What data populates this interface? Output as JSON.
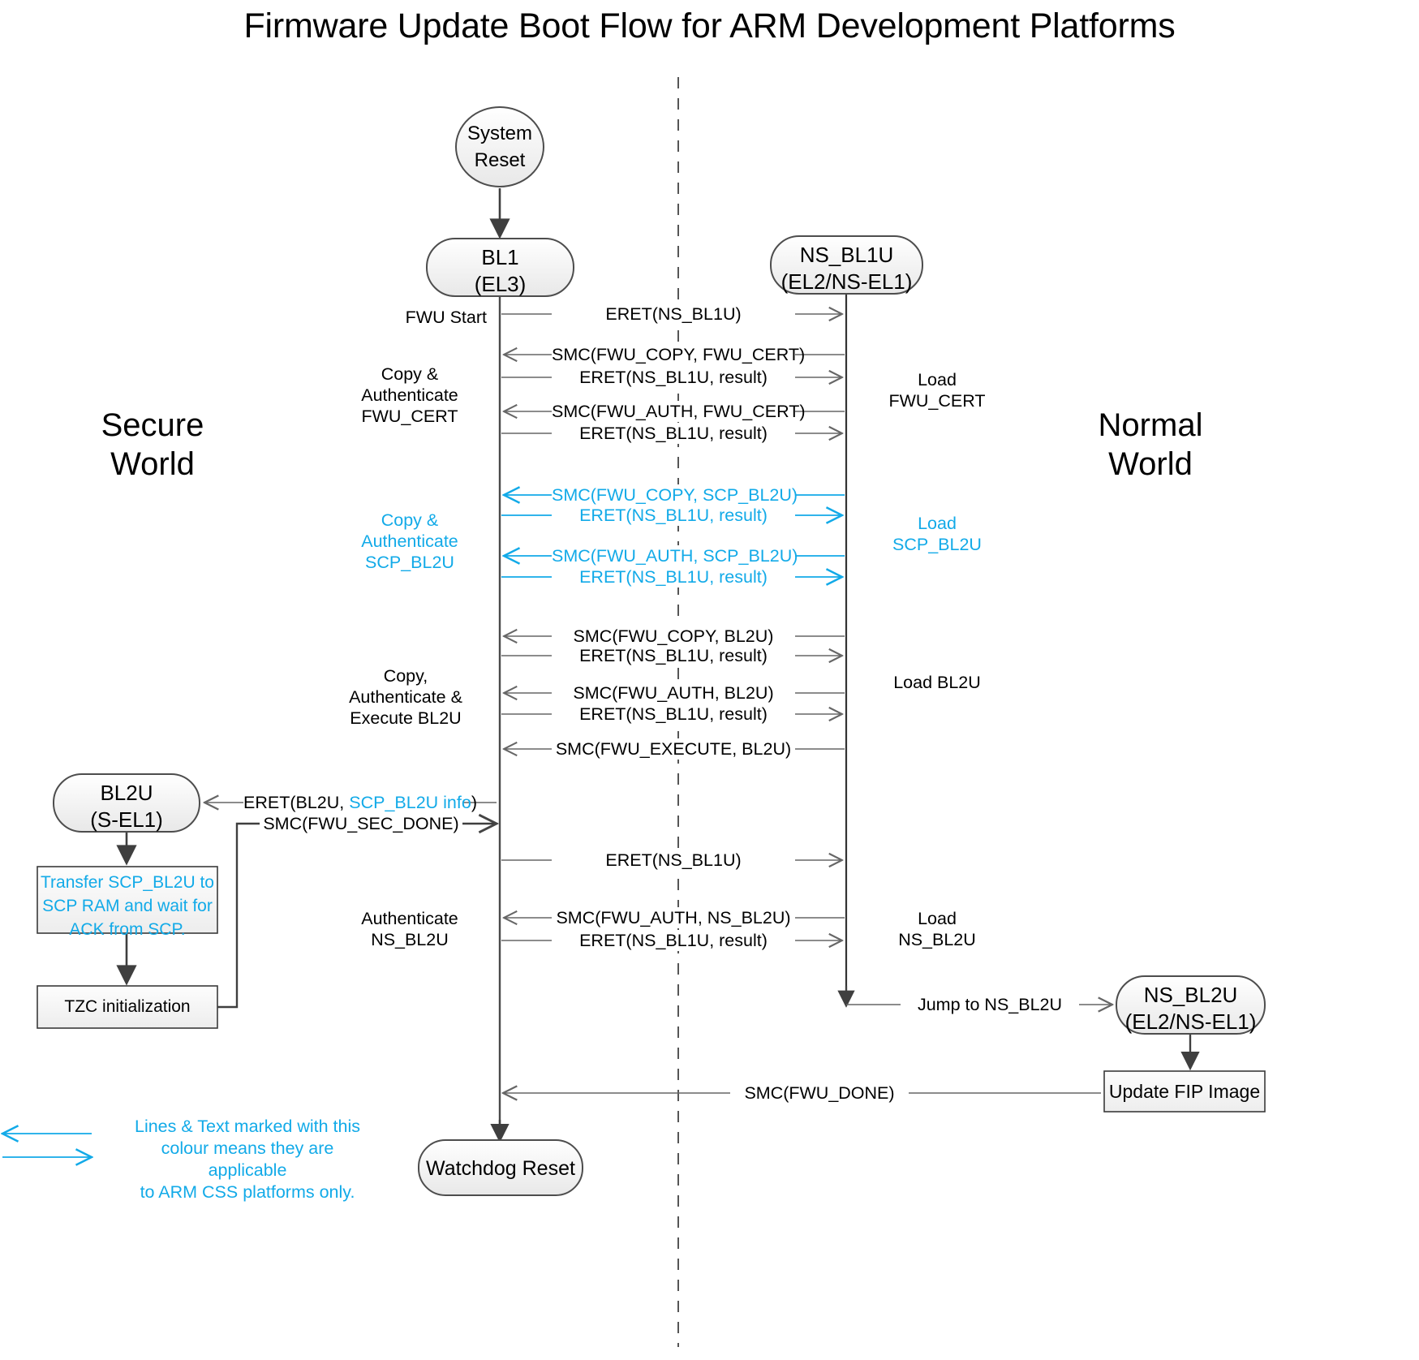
{
  "title": "Firmware Update Boot Flow for ARM Development Platforms",
  "colors": {
    "css_accent": "#12AAE8",
    "line": "#3f3f3f",
    "msg_line": "#555555",
    "node_fill_top": "#ffffff",
    "node_fill_bottom": "#ececec",
    "node_stroke": "#4d4d4d",
    "divider": "#555555"
  },
  "worlds": {
    "secure": "Secure\nWorld",
    "normal": "Normal\nWorld"
  },
  "nodes": {
    "system_reset": "System\nReset",
    "bl1": "BL1\n(EL3)",
    "ns_bl1u": "NS_BL1U\n(EL2/NS-EL1)",
    "bl2u": "BL2U\n(S-EL1)",
    "ns_bl2u": "NS_BL2U\n(EL2/NS-EL1)",
    "watchdog_reset": "Watchdog Reset",
    "transfer_scp": "Transfer SCP_BL2U to\nSCP RAM and wait for\nACK from SCP.",
    "tzc_init": "TZC initialization",
    "update_fip": "Update FIP Image"
  },
  "left_annotations": [
    {
      "id": "fwu-start",
      "text": "FWU Start",
      "css_only": false
    },
    {
      "id": "copy-auth-fwu-cert",
      "text": "Copy &\nAuthenticate\nFWU_CERT",
      "css_only": false
    },
    {
      "id": "copy-auth-scp-bl2u",
      "text": "Copy &\nAuthenticate\nSCP_BL2U",
      "css_only": true
    },
    {
      "id": "copy-auth-exec-bl2u",
      "text": "Copy,\nAuthenticate &\nExecute BL2U",
      "css_only": false
    },
    {
      "id": "authenticate-ns-bl2u",
      "text": "Authenticate\nNS_BL2U",
      "css_only": false
    }
  ],
  "right_annotations": [
    {
      "id": "load-fwu-cert",
      "text": "Load\nFWU_CERT",
      "css_only": false
    },
    {
      "id": "load-scp-bl2u",
      "text": "Load\nSCP_BL2U",
      "css_only": true
    },
    {
      "id": "load-bl2u",
      "text": "Load BL2U",
      "css_only": false
    },
    {
      "id": "load-ns-bl2u",
      "text": "Load\nNS_BL2U",
      "css_only": false
    }
  ],
  "messages": [
    {
      "id": "m1",
      "text": "ERET(NS_BL1U)",
      "direction": "right",
      "css_only": false
    },
    {
      "id": "m2",
      "text": "SMC(FWU_COPY, FWU_CERT)",
      "direction": "left",
      "css_only": false
    },
    {
      "id": "m3",
      "text": "ERET(NS_BL1U, result)",
      "direction": "right",
      "css_only": false
    },
    {
      "id": "m4",
      "text": "SMC(FWU_AUTH, FWU_CERT)",
      "direction": "left",
      "css_only": false
    },
    {
      "id": "m5",
      "text": "ERET(NS_BL1U, result)",
      "direction": "right",
      "css_only": false
    },
    {
      "id": "m6",
      "text": "SMC(FWU_COPY, SCP_BL2U)",
      "direction": "left",
      "css_only": true
    },
    {
      "id": "m7",
      "text": "ERET(NS_BL1U, result)",
      "direction": "right",
      "css_only": true
    },
    {
      "id": "m8",
      "text": "SMC(FWU_AUTH, SCP_BL2U)",
      "direction": "left",
      "css_only": true
    },
    {
      "id": "m9",
      "text": "ERET(NS_BL1U, result)",
      "direction": "right",
      "css_only": true
    },
    {
      "id": "m10",
      "text": "SMC(FWU_COPY, BL2U)",
      "direction": "left",
      "css_only": false
    },
    {
      "id": "m11",
      "text": "ERET(NS_BL1U, result)",
      "direction": "right",
      "css_only": false
    },
    {
      "id": "m12",
      "text": "SMC(FWU_AUTH, BL2U)",
      "direction": "left",
      "css_only": false
    },
    {
      "id": "m13",
      "text": "ERET(NS_BL1U, result)",
      "direction": "right",
      "css_only": false
    },
    {
      "id": "m14",
      "text": "SMC(FWU_EXECUTE, BL2U)",
      "direction": "left",
      "css_only": false
    },
    {
      "id": "m15",
      "text": "ERET(NS_BL1U)",
      "direction": "right",
      "css_only": false
    },
    {
      "id": "m16",
      "text": "SMC(FWU_AUTH, NS_BL2U)",
      "direction": "left",
      "css_only": false
    },
    {
      "id": "m17",
      "text": "ERET(NS_BL1U, result)",
      "direction": "right",
      "css_only": false
    }
  ],
  "bl2u_messages": {
    "eret_bl2u_prefix": "ERET(BL2U, ",
    "eret_bl2u_css": "SCP_BL2U info",
    "eret_bl2u_suffix": ")",
    "smc_fwu_sec_done": "SMC(FWU_SEC_DONE)"
  },
  "other_messages": {
    "jump_to_ns_bl2u": "Jump to NS_BL2U",
    "smc_fwu_done": "SMC(FWU_DONE)"
  },
  "legend": {
    "text": "Lines & Text marked with this\ncolour means they are applicable\nto ARM CSS platforms only."
  }
}
